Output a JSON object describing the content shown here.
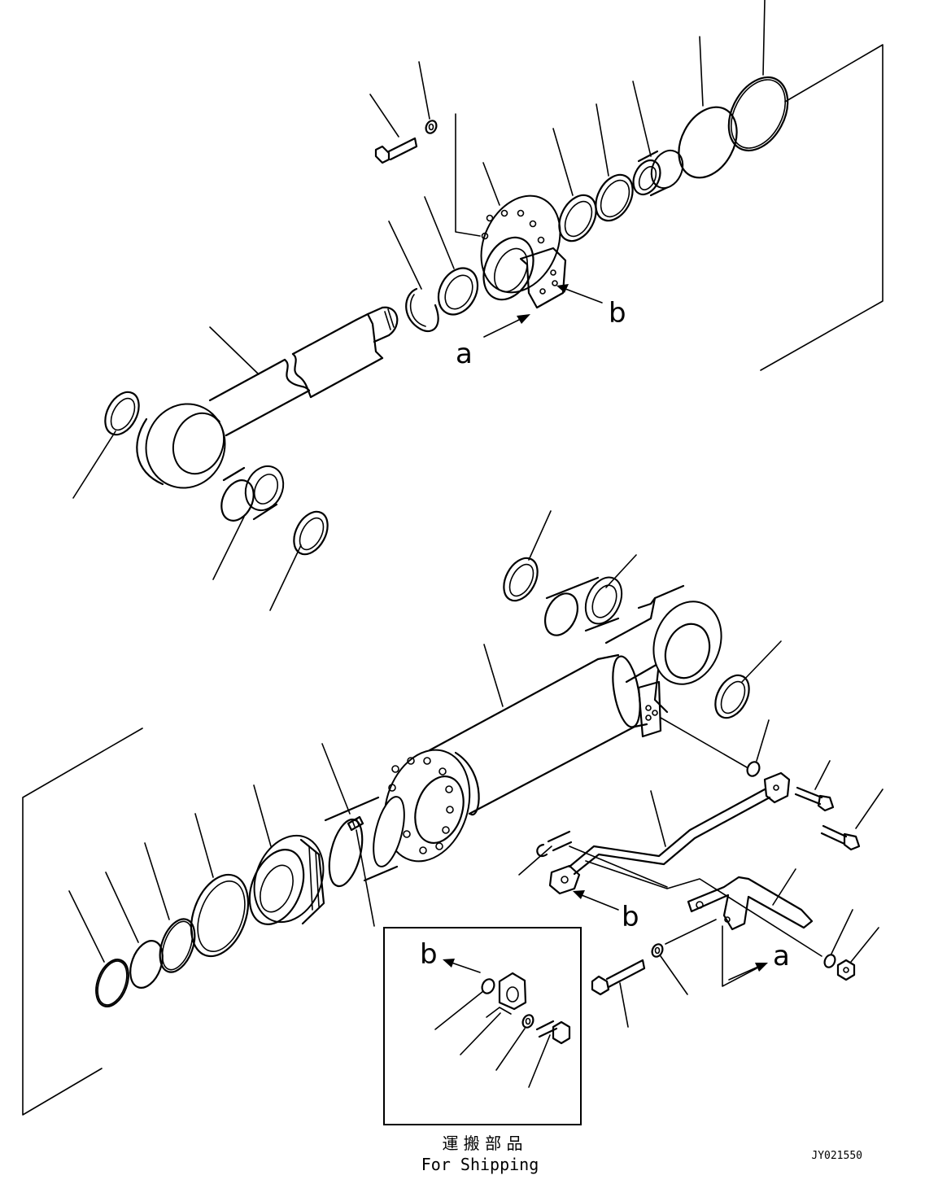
{
  "callouts": {
    "a_top": "a",
    "b_top": "b",
    "b_bottom": "b",
    "a_bottom": "a",
    "b_inset": "b"
  },
  "inset": {
    "caption_jp": "運 搬 部 品",
    "caption_en": "For Shipping"
  },
  "drawing_number": "JY021550"
}
